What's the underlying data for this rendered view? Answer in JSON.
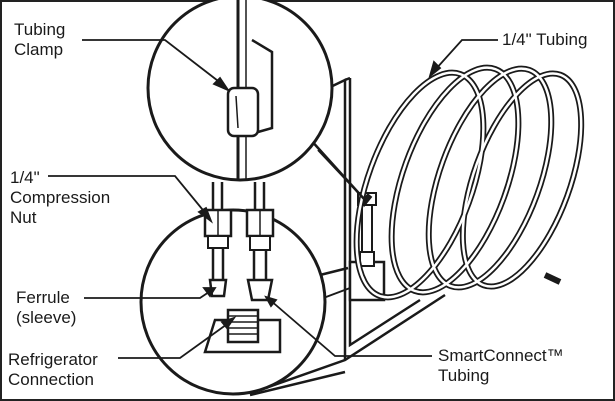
{
  "labels": {
    "tubing_clamp": [
      "Tubing",
      "Clamp"
    ],
    "tubing_quarter": "1/4\" Tubing",
    "compression_nut": [
      "1/4\"",
      "Compression",
      "Nut"
    ],
    "ferrule": [
      "Ferrule",
      "(sleeve)"
    ],
    "refrigerator_connection": [
      "Refrigerator",
      "Connection"
    ],
    "smartconnect": [
      "SmartConnect™",
      "Tubing"
    ]
  },
  "icons": {
    "clamp_detail": "tubing-clamp-detail",
    "fitting_detail": "compression-fitting-detail",
    "coil": "tubing-coil"
  }
}
